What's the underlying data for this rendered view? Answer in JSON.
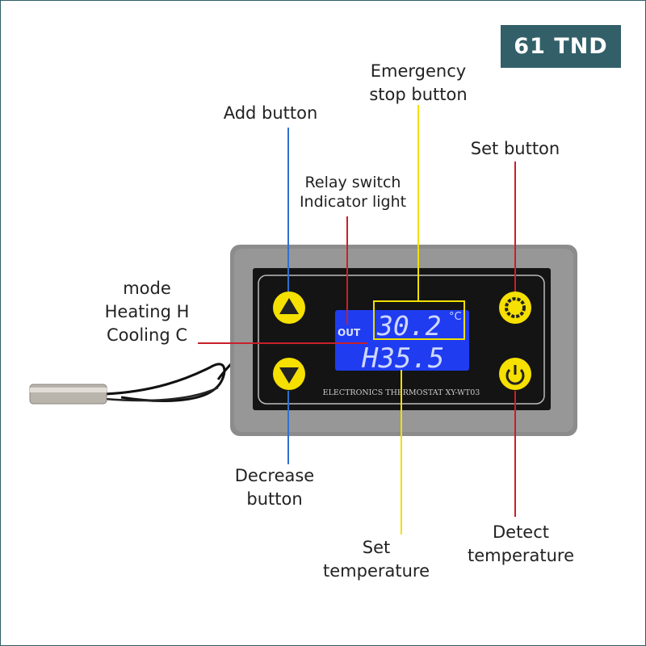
{
  "price_badge": "61 TND",
  "labels": {
    "add_button": "Add button",
    "emergency_stop": [
      "Emergency",
      "stop button"
    ],
    "set_button": "Set button",
    "relay": [
      "Relay switch",
      "Indicator light"
    ],
    "mode": [
      "mode",
      "Heating H",
      "Cooling C"
    ],
    "decrease": [
      "Decrease",
      "button"
    ],
    "set_temperature": [
      "Set",
      "temperature"
    ],
    "detect_temperature": [
      "Detect",
      "temperature"
    ]
  },
  "device": {
    "out_indicator": "OUT",
    "current_temp": "30.2",
    "unit": "°C",
    "set_temp": "H35.5",
    "model_text": "ELECTRONICS THERMOSTAT XY-WT03"
  },
  "colors": {
    "badge": "#335f69",
    "blue_line": "#2f6fd0",
    "yellow_line": "#f0e000",
    "red_line": "#c8202a",
    "lcd": "#1f3cf0",
    "button": "#f5e000"
  }
}
